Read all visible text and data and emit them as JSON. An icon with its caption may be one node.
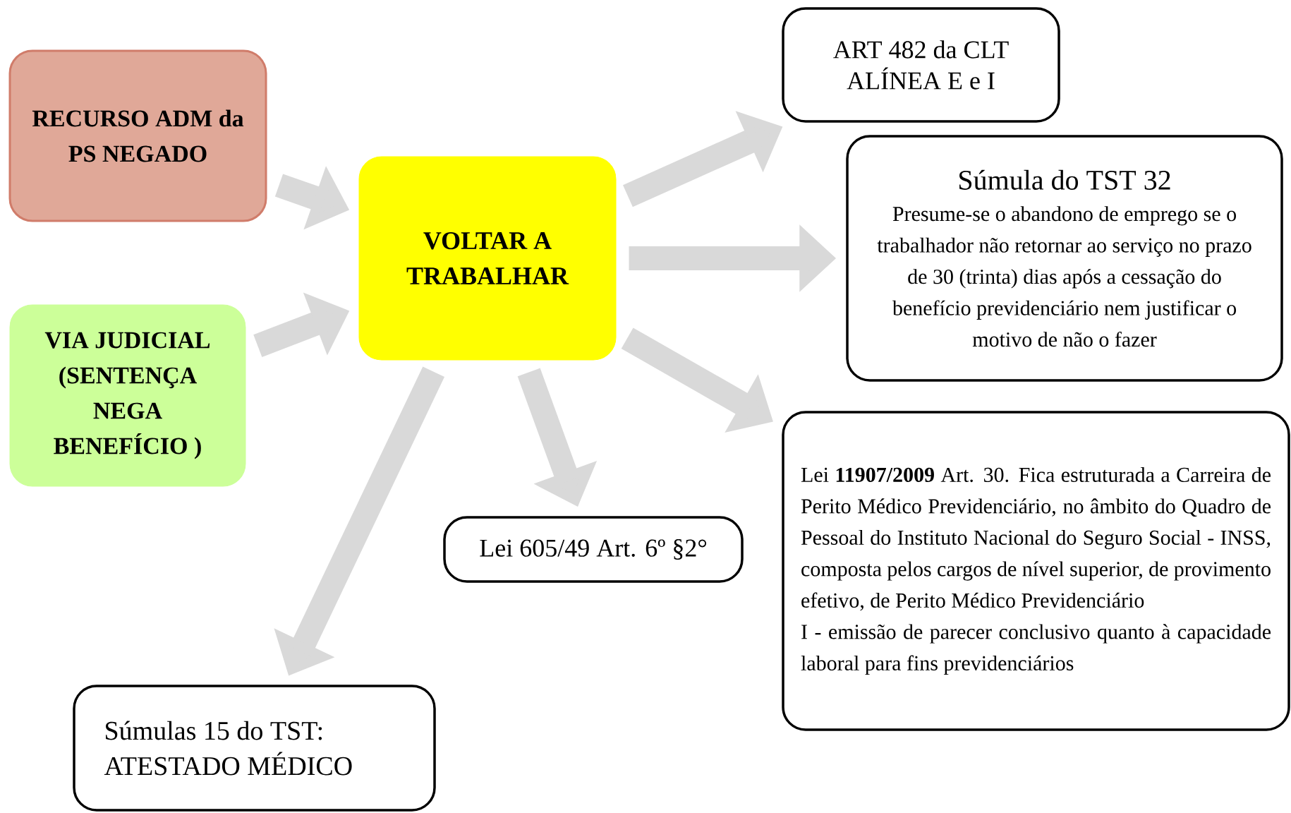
{
  "diagram": {
    "nodes": [
      {
        "text": [
          "RECURSO ADM da PS NEGADO"
        ]
      },
      {
        "text": [
          "VIA JUDICIAL (SENTENÇA NEGA BENEFÍCIO )"
        ]
      },
      {
        "text": [
          "VOLTAR  A TRABALHAR"
        ]
      },
      {
        "text": [
          "ART 482 da CLT ALÍNEA E e I"
        ]
      },
      {
        "text": [
          "Súmula do TST 32",
          "Presume-se o abandono de emprego se o trabalhador não retornar ao serviço no prazo de 30 (trinta) dias após a cessação do benefício previdenciário nem justificar o motivo de não o fazer"
        ]
      },
      {
        "text": [
          "Lei **11907/2009** Art. 30.  Fica estruturada a Carreira de Perito Médico Previdenciário, no âmbito do Quadro de Pessoal do Instituto Nacional do Seguro Social - INSS, composta pelos cargos de nível superior, de provimento efetivo, de Perito Médico Previdenciário",
          "I - emissão de parecer conclusivo quanto à capacidade laboral para fins previdenciários"
        ]
      },
      {
        "text": [
          "Lei 605/49 Art. 6º §2°"
        ]
      },
      {
        "text": [
          "Súmulas 15 do TST: ATESTADO MÉDICO"
        ]
      }
    ],
    "edges": [
      {
        "from": 0,
        "to": 2,
        "arrow": "to"
      },
      {
        "from": 1,
        "to": 2,
        "arrow": "to"
      },
      {
        "from": 2,
        "to": 3,
        "arrow": "to"
      },
      {
        "from": 2,
        "to": 4,
        "arrow": "to"
      },
      {
        "from": 2,
        "to": 5,
        "arrow": "to"
      },
      {
        "from": 2,
        "to": 6,
        "arrow": "to"
      },
      {
        "from": 2,
        "to": 7,
        "arrow": "to"
      }
    ]
  }
}
